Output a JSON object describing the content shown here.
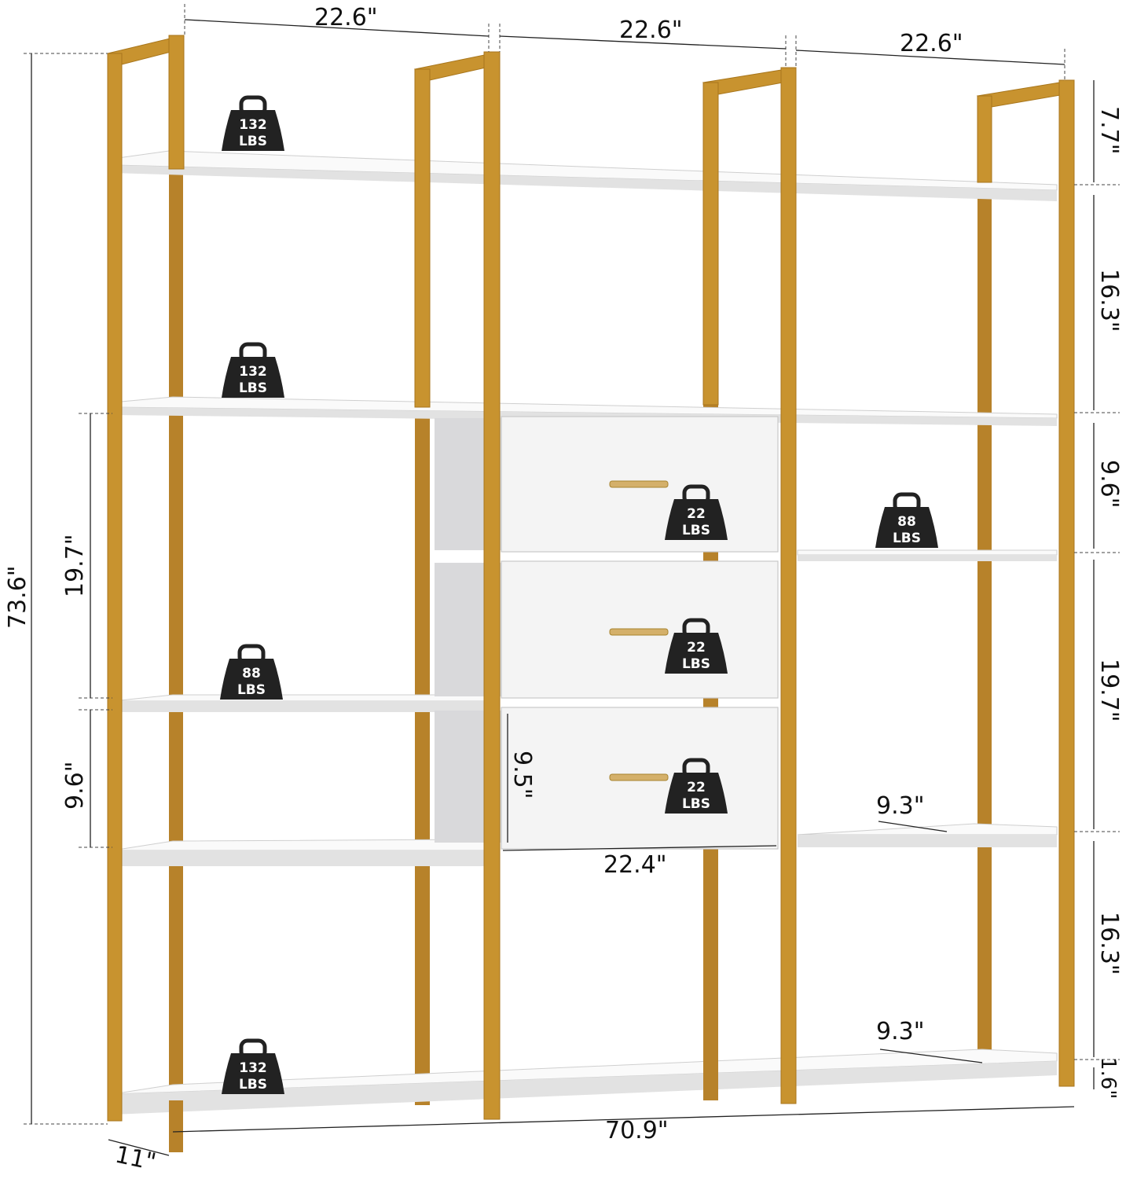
{
  "dimensions": {
    "top_widths": [
      "22.6\"",
      "22.6\"",
      "22.6\""
    ],
    "total_height": "73.6\"",
    "left_section_height": "19.7\"",
    "left_lower_gap": "9.6\"",
    "right_heights": [
      "7.7\"",
      "16.3\"",
      "9.6\"",
      "19.7\"",
      "16.3\"",
      "1.6\""
    ],
    "drawer_height": "9.5\"",
    "drawer_width": "22.4\"",
    "shelf_depths": [
      "9.3\"",
      "9.3\""
    ],
    "depth": "11\"",
    "total_width": "70.9\""
  },
  "weight_badges": [
    {
      "value": "132",
      "unit": "LBS"
    },
    {
      "value": "132",
      "unit": "LBS"
    },
    {
      "value": "88",
      "unit": "LBS"
    },
    {
      "value": "132",
      "unit": "LBS"
    },
    {
      "value": "22",
      "unit": "LBS"
    },
    {
      "value": "22",
      "unit": "LBS"
    },
    {
      "value": "22",
      "unit": "LBS"
    },
    {
      "value": "88",
      "unit": "LBS"
    }
  ],
  "colors": {
    "frame": "#c8932f",
    "shelf": "#fafafa",
    "badge": "#222222"
  }
}
